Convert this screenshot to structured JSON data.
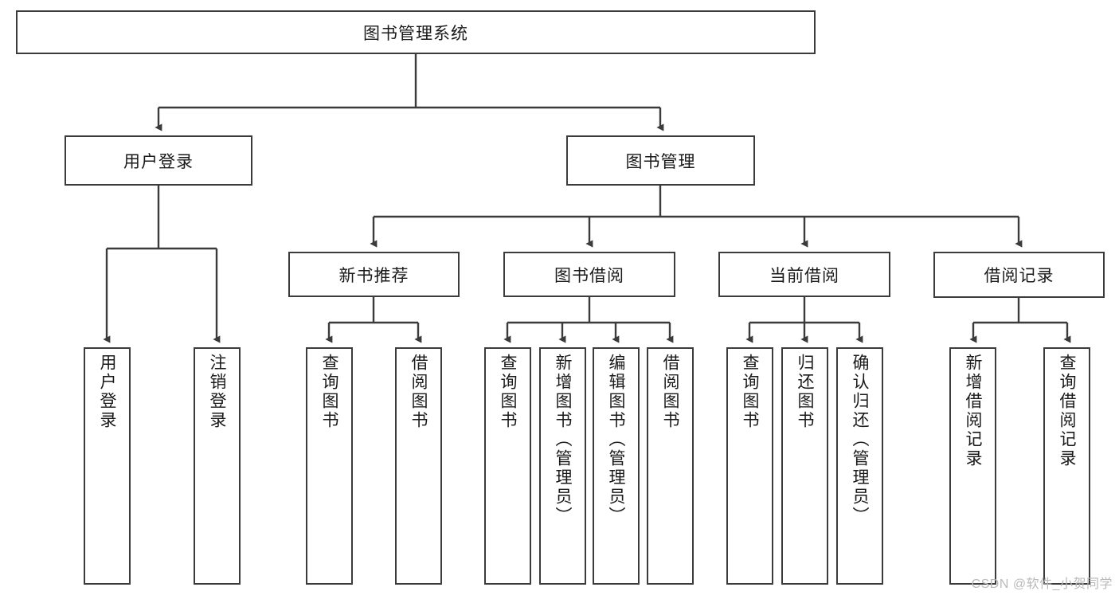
{
  "diagram": {
    "title": "图书管理系统",
    "watermark": "CSDN @软件_小贺同学",
    "edge_color": "#3b3b3b",
    "box_border_color": "#3b3b3b",
    "box_fill_color": "#ffffff",
    "text_color": "#1a1a1a",
    "levels": {
      "root": {
        "label": "图书管理系统"
      },
      "level2": [
        {
          "label": "用户登录"
        },
        {
          "label": "图书管理"
        }
      ],
      "level3": [
        {
          "label": "新书推荐"
        },
        {
          "label": "图书借阅"
        },
        {
          "label": "当前借阅"
        },
        {
          "label": "借阅记录"
        }
      ],
      "leaves": {
        "user_login": [
          {
            "label": "用户登录"
          },
          {
            "label": "注销登录"
          }
        ],
        "new_book": [
          {
            "label": "查询图书"
          },
          {
            "label": "借阅图书"
          }
        ],
        "book_borrow": [
          {
            "label": "查询图书"
          },
          {
            "label": "新增图书（管理员）"
          },
          {
            "label": "编辑图书（管理员）"
          },
          {
            "label": "借阅图书"
          }
        ],
        "current_borrow": [
          {
            "label": "查询图书"
          },
          {
            "label": "归还图书"
          },
          {
            "label": "确认归还（管理员）"
          }
        ],
        "borrow_record": [
          {
            "label": "新增借阅记录"
          },
          {
            "label": "查询借阅记录"
          }
        ]
      }
    }
  }
}
